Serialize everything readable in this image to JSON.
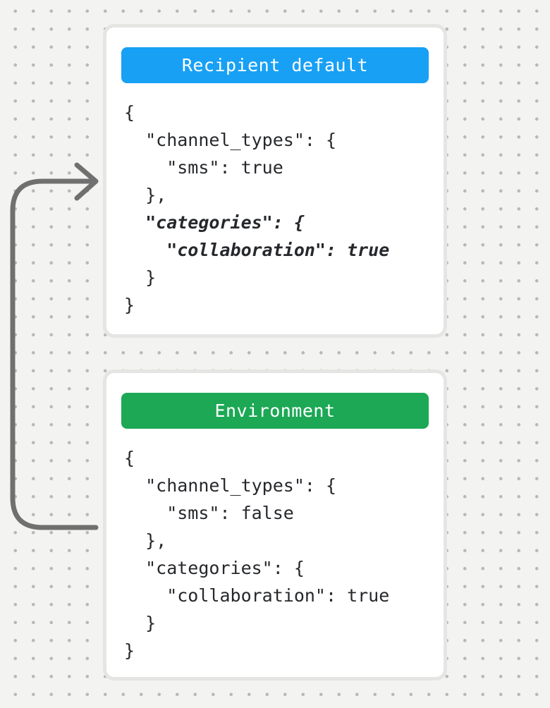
{
  "page": {
    "background_color": "#f3f3f1",
    "dot_color": "#b8b8b8"
  },
  "arrow": {
    "description": "curved arrow from environment card pointing into recipient default card",
    "color": "#707070"
  },
  "cards": [
    {
      "title": "Recipient default",
      "title_bg": "#18a0f5",
      "title_color": "#ffffff",
      "lines": [
        {
          "text": "{",
          "emphasis": false
        },
        {
          "text": "  \"channel_types\": {",
          "emphasis": false
        },
        {
          "text": "    \"sms\": true",
          "emphasis": false
        },
        {
          "text": "  },",
          "emphasis": false
        },
        {
          "text": "  \"categories\": {",
          "emphasis": true
        },
        {
          "text": "    \"collaboration\": true",
          "emphasis": true
        },
        {
          "text": "  }",
          "emphasis": false
        },
        {
          "text": "}",
          "emphasis": false
        }
      ]
    },
    {
      "title": "Environment",
      "title_bg": "#1ca855",
      "title_color": "#ffffff",
      "lines": [
        {
          "text": "{",
          "emphasis": false
        },
        {
          "text": "  \"channel_types\": {",
          "emphasis": false
        },
        {
          "text": "    \"sms\": false",
          "emphasis": false
        },
        {
          "text": "  },",
          "emphasis": false
        },
        {
          "text": "  \"categories\": {",
          "emphasis": false
        },
        {
          "text": "    \"collaboration\": true",
          "emphasis": false
        },
        {
          "text": "  }",
          "emphasis": false
        },
        {
          "text": "}",
          "emphasis": false
        }
      ]
    }
  ]
}
